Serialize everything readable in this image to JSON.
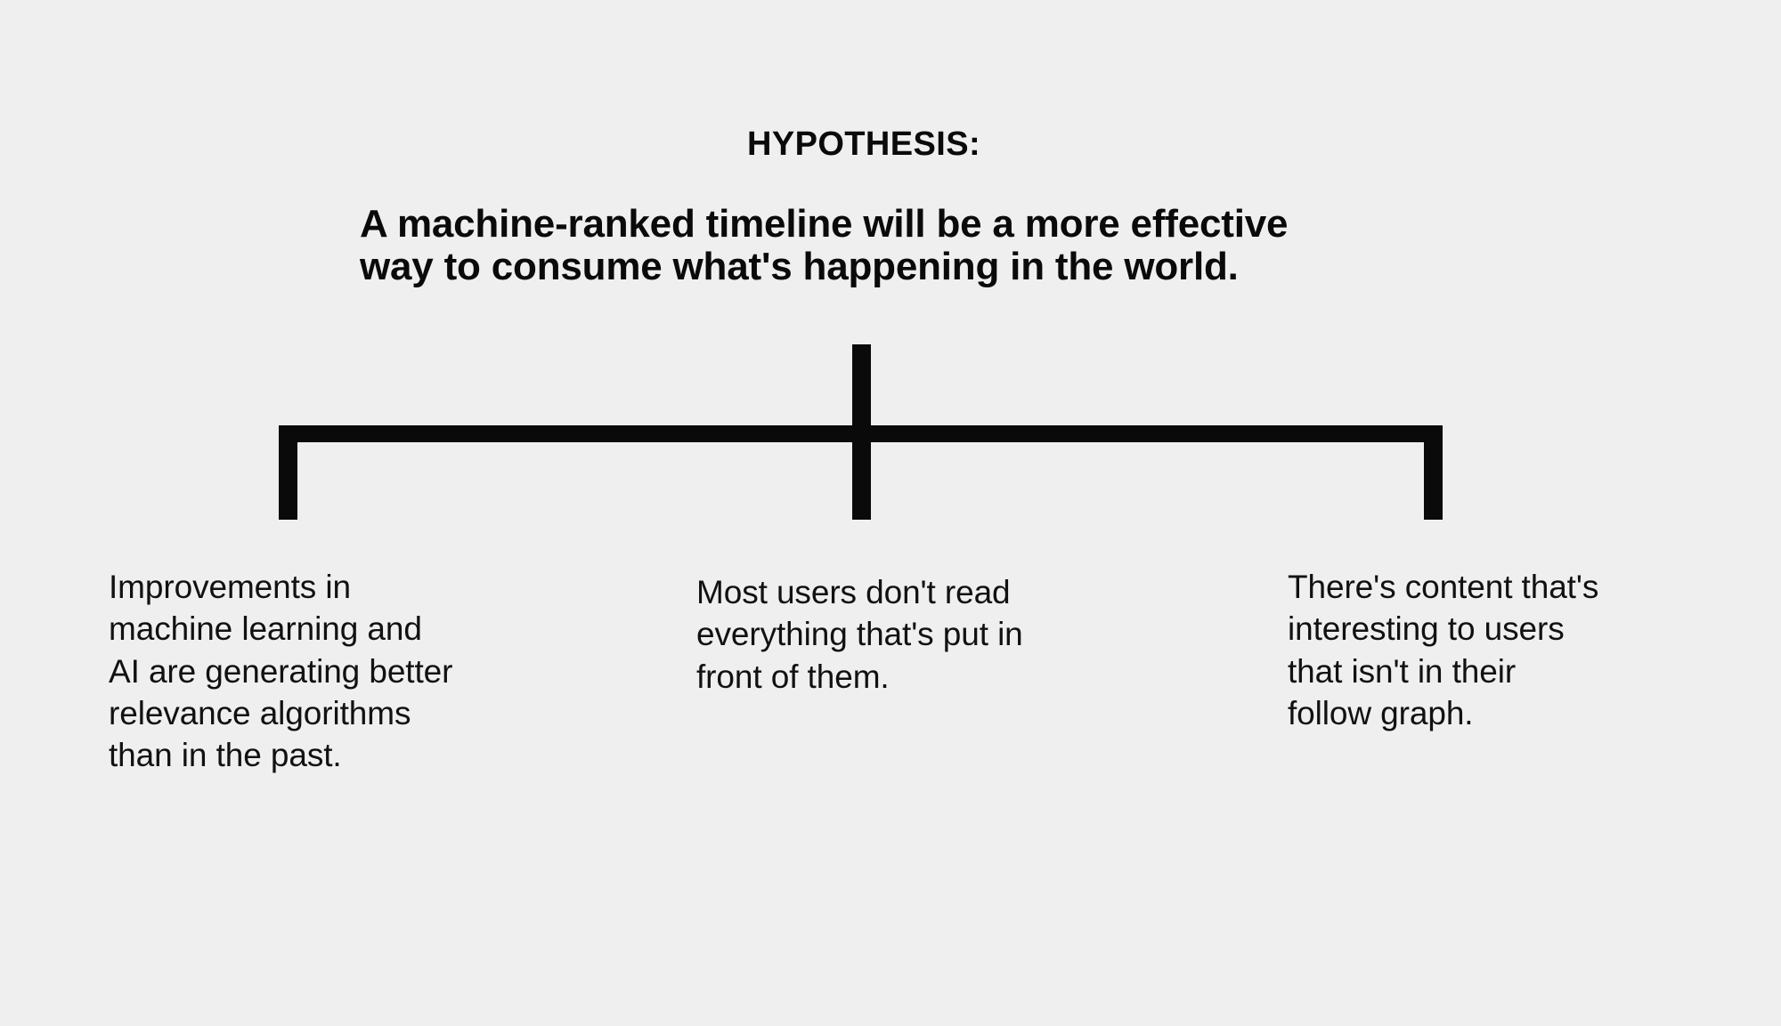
{
  "slide": {
    "background_color": "#efefef",
    "ink_color": "#0a0a0a",
    "heading_label": "HYPOTHESIS:",
    "statement": {
      "line1": "A machine-ranked timeline will be a more effective",
      "line2": "way to consume what's happening in the world."
    },
    "columns": [
      {
        "id": "improvements-in-ml",
        "lines": [
          "Improvements in",
          "machine learning and",
          "AI are generating better",
          "relevance algorithms",
          "than in the past."
        ]
      },
      {
        "id": "users-dont-read-everything",
        "lines": [
          "Most users don't read",
          "everything that's put in",
          "front of them."
        ]
      },
      {
        "id": "content-outside-follow-graph",
        "lines": [
          "There's content that's",
          "interesting to users",
          "that isn't in their",
          "follow graph."
        ]
      }
    ]
  }
}
